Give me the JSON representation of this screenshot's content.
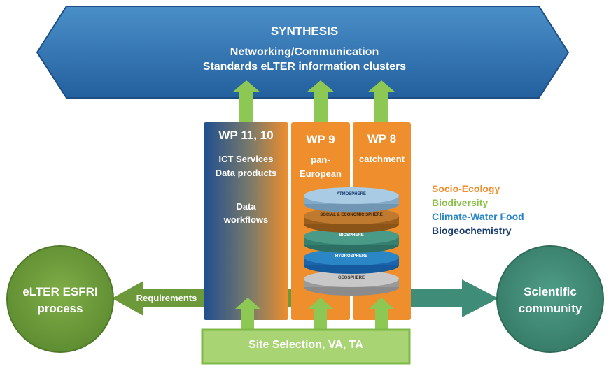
{
  "banner": {
    "title": "SYNTHESIS",
    "line1": "Networking/Communication",
    "line2": "Standards eLTER information clusters"
  },
  "wp_columns": [
    {
      "title": "WP 11, 10",
      "lines": [
        "ICT Services",
        "Data products",
        "",
        "Data",
        "workflows"
      ]
    },
    {
      "title": "WP 9",
      "lines": [
        "pan-",
        "European"
      ]
    },
    {
      "title": "WP 8",
      "lines": [
        "catchment"
      ]
    }
  ],
  "spheres": [
    "ATMOSPHERE",
    "SOCIAL & ECONOMIC SPHERE",
    "BIOSPHERE",
    "HYDROSPHERE",
    "GEOSPHERE"
  ],
  "legend": [
    {
      "label": "Socio-Ecology",
      "color": "#ef8e2d"
    },
    {
      "label": "Biodiversity",
      "color": "#8cc04b"
    },
    {
      "label": "Climate-Water Food",
      "color": "#2b86c5"
    },
    {
      "label": "Biogeochemistry",
      "color": "#1b3e72"
    }
  ],
  "left_circle": {
    "line1": "eLTER ESFRI",
    "line2": "process"
  },
  "right_circle": {
    "line1": "Scientific",
    "line2": "community"
  },
  "requirements_label": "Requirements",
  "site_selection_label": "Site Selection, VA, TA",
  "colors": {
    "banner": "#2f6ea8",
    "orange": "#ef8e2d",
    "green_arrow": "#8cc853",
    "left_circle": "#6c9a3a",
    "right_circle": "#3f8c78",
    "wp_gradient_start": "#1f4f8f"
  }
}
